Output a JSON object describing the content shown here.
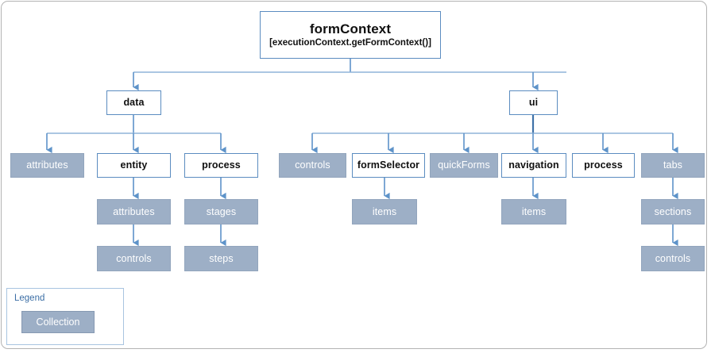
{
  "diagram": {
    "title": "formContext",
    "subtitle": "[executionContext.getFormContext()]",
    "colors": {
      "collection_fill": "#9dafc6",
      "plain_border": "#5b8cc0",
      "connector": "#8fb4d9",
      "connector_strong": "#3f72a8",
      "legend_text": "#3b6ea5",
      "page_border": "#b3b3b3"
    },
    "nodes": {
      "root": {
        "label": "formContext",
        "sub": "[executionContext.getFormContext()]",
        "type": "plain"
      },
      "data": {
        "label": "data",
        "type": "plain"
      },
      "ui": {
        "label": "ui",
        "type": "plain"
      },
      "data_attributes": {
        "label": "attributes",
        "type": "collection"
      },
      "data_entity": {
        "label": "entity",
        "type": "plain"
      },
      "data_process": {
        "label": "process",
        "type": "plain"
      },
      "entity_attributes": {
        "label": "attributes",
        "type": "collection"
      },
      "entity_controls": {
        "label": "controls",
        "type": "collection"
      },
      "process_stages": {
        "label": "stages",
        "type": "collection"
      },
      "process_steps": {
        "label": "steps",
        "type": "collection"
      },
      "ui_controls": {
        "label": "controls",
        "type": "collection"
      },
      "ui_formselector": {
        "label": "formSelector",
        "type": "plain"
      },
      "ui_quickforms": {
        "label": "quickForms",
        "type": "collection"
      },
      "ui_navigation": {
        "label": "navigation",
        "type": "plain"
      },
      "ui_process": {
        "label": "process",
        "type": "plain"
      },
      "ui_tabs": {
        "label": "tabs",
        "type": "collection"
      },
      "formselector_items": {
        "label": "items",
        "type": "collection"
      },
      "navigation_items": {
        "label": "items",
        "type": "collection"
      },
      "tabs_sections": {
        "label": "sections",
        "type": "collection"
      },
      "tabs_controls": {
        "label": "controls",
        "type": "collection"
      }
    },
    "legend": {
      "title": "Legend",
      "swatch_label": "Collection"
    }
  }
}
